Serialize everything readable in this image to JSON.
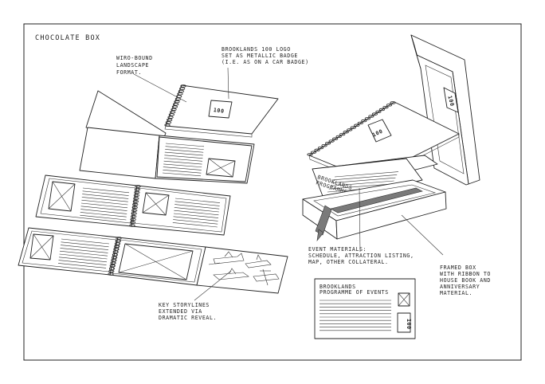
{
  "title": "CHOCOLATE BOX",
  "annotations": {
    "wiro_bound": [
      "WIRO-BOUND",
      "LANDSCAPE",
      "FORMAT."
    ],
    "logo": [
      "BROOKLANDS 100 LOGO",
      "SET AS METALLIC BADGE",
      "(I.E. AS ON A CAR BADGE)"
    ],
    "storylines": [
      "KEY STORYLINES",
      "EXTENDED VIA",
      "DRAMATIC REVEAL."
    ],
    "event_materials": [
      "EVENT MATERIALS:",
      "SCHEDULE, ATTRACTION LISTING,",
      "MAP, OTHER COLLATERAL."
    ],
    "framed_box": [
      "FRAMED BOX",
      "WITH RIBBON TO",
      "HOUSE BOOK AND",
      "ANNIVERSARY",
      "MATERIAL."
    ]
  },
  "programme_card": {
    "heading": [
      "BROOKLANDS",
      "PROGRAMME OF EVENTS"
    ]
  },
  "small_programme": [
    "BROOKLANDS",
    "PROGRAMME"
  ],
  "badge_text": "100"
}
